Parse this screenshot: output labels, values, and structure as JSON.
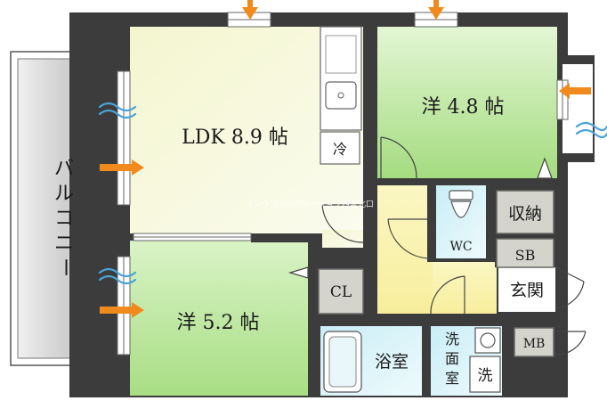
{
  "rooms": {
    "ldk": "LDK 8.9 帖",
    "west48": "洋 4.8 帖",
    "west52": "洋 5.2 帖",
    "storage": "収納",
    "wc": "WC",
    "sb": "SB",
    "entrance": "玄関",
    "cl": "CL",
    "mb": "MB",
    "bathroom": "浴室",
    "washroom": [
      "洗",
      "面",
      "室"
    ],
    "washer": "洗",
    "fridge": "冷",
    "balcony": [
      "バ",
      "ル",
      "コ",
      "ニ",
      "ー"
    ]
  },
  "watermark": "インタファーポレーション西宮北口",
  "colors": {
    "wall": "#3c3c3c",
    "ldk_floor": "#f7f8dc",
    "western_floor": "#bfe8a4",
    "hall_floor": "#fbf4b0",
    "wet_area": "#d6f2f7",
    "storage_box": "#d4d4cc",
    "balcony": "#d2d2d2",
    "window_arrow": "#f08a1c",
    "air_wave": "#4aa3d8"
  }
}
